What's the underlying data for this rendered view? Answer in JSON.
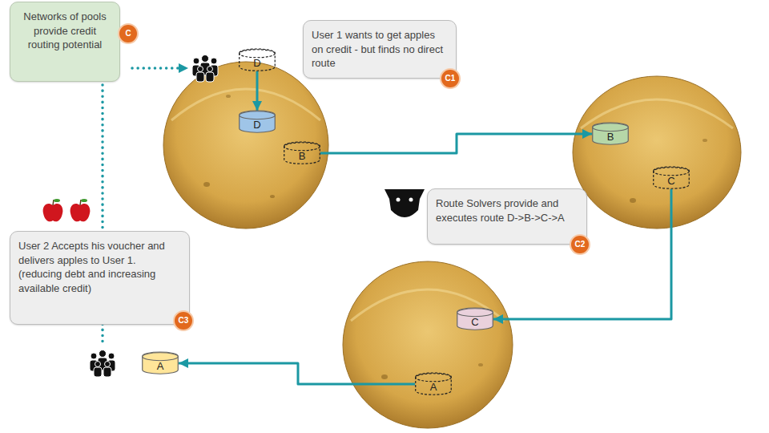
{
  "diagram": {
    "nodes": [
      {
        "text": [
          "Networks of pools provide credit routing potential"
        ]
      },
      {
        "text": [
          "C"
        ],
        "in": 0
      },
      {
        "text": [
          "D"
        ]
      },
      {
        "text": [
          "User 1 wants to get apples on credit - but finds no direct route"
        ]
      },
      {
        "text": [
          "C1"
        ],
        "in": 3
      },
      {
        "text": [
          "D"
        ]
      },
      {
        "text": [
          "B"
        ]
      },
      {
        "text": [
          "B"
        ]
      },
      {
        "text": [
          "C"
        ]
      },
      {
        "text": [
          "Route Solvers provide and executes route D->B->C->A"
        ]
      },
      {
        "text": [
          "C2"
        ],
        "in": 9
      },
      {
        "text": [
          "User 2 Accepts his voucher and delivers apples to User 1. (reducing debt and increasing available credit)"
        ]
      },
      {
        "text": [
          "C3"
        ],
        "in": 11
      },
      {
        "text": [
          "C"
        ]
      },
      {
        "text": [
          "A"
        ]
      },
      {
        "text": [
          "A"
        ]
      }
    ],
    "edges": [
      {
        "from": 2,
        "to": 5,
        "arrow": "to"
      },
      {
        "from": 6,
        "to": 7,
        "arrow": "to"
      },
      {
        "from": 8,
        "to": 13,
        "arrow": "to"
      },
      {
        "from": 14,
        "to": 15,
        "arrow": "to"
      }
    ]
  }
}
